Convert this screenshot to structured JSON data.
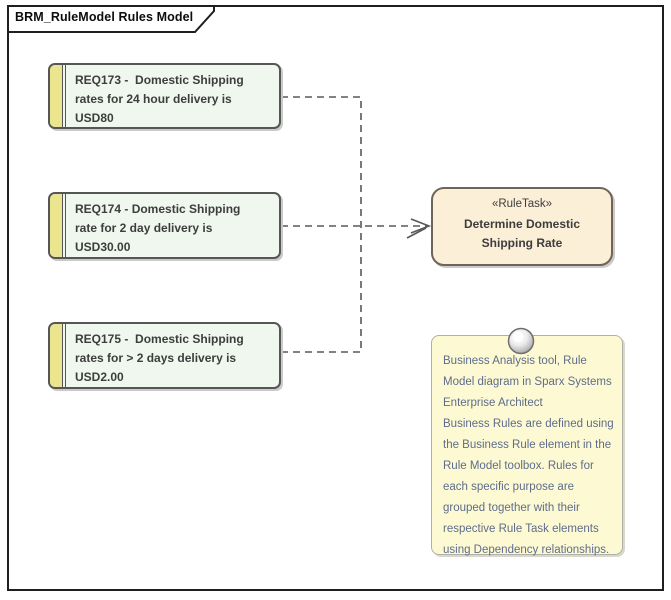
{
  "frame": {
    "title": "BRM_RuleModel Rules Model"
  },
  "requirements": [
    {
      "name": "REQ173",
      "lines": [
        "REQ173 -  Domestic Shipping",
        "rates for 24 hour delivery is",
        "USD80"
      ]
    },
    {
      "name": "REQ174",
      "lines": [
        "REQ174 - Domestic Shipping",
        "rate for 2 day delivery is",
        "USD30.00"
      ]
    },
    {
      "name": "REQ175",
      "lines": [
        "REQ175 -  Domestic Shipping",
        "rates for > 2 days delivery is",
        "USD2.00"
      ]
    }
  ],
  "rule_task": {
    "stereotype": "«RuleTask»",
    "name_lines": [
      "Determine Domestic",
      "Shipping Rate"
    ]
  },
  "note": {
    "lines": [
      "Business Analysis tool, Rule",
      "Model diagram in Sparx Systems",
      "Enterprise Architect",
      "Business Rules are defined using",
      "the Business Rule element in the",
      "Rule Model toolbox. Rules for",
      "each specific purpose are",
      "grouped together with their",
      "respective Rule Task elements",
      "using Dependency relationships."
    ]
  },
  "colors": {
    "requirement_fill": "#eff7ee",
    "requirement_strip": "#ece58f",
    "requirement_border": "#565656",
    "ruletask_fill": "#fcefd8",
    "ruletask_border": "#6d6557",
    "note_fill": "#fdfad3",
    "note_border": "#b0b0a4",
    "note_text": "#5e6c8c",
    "connector": "#585858",
    "frame_border": "#1f1f1f"
  }
}
